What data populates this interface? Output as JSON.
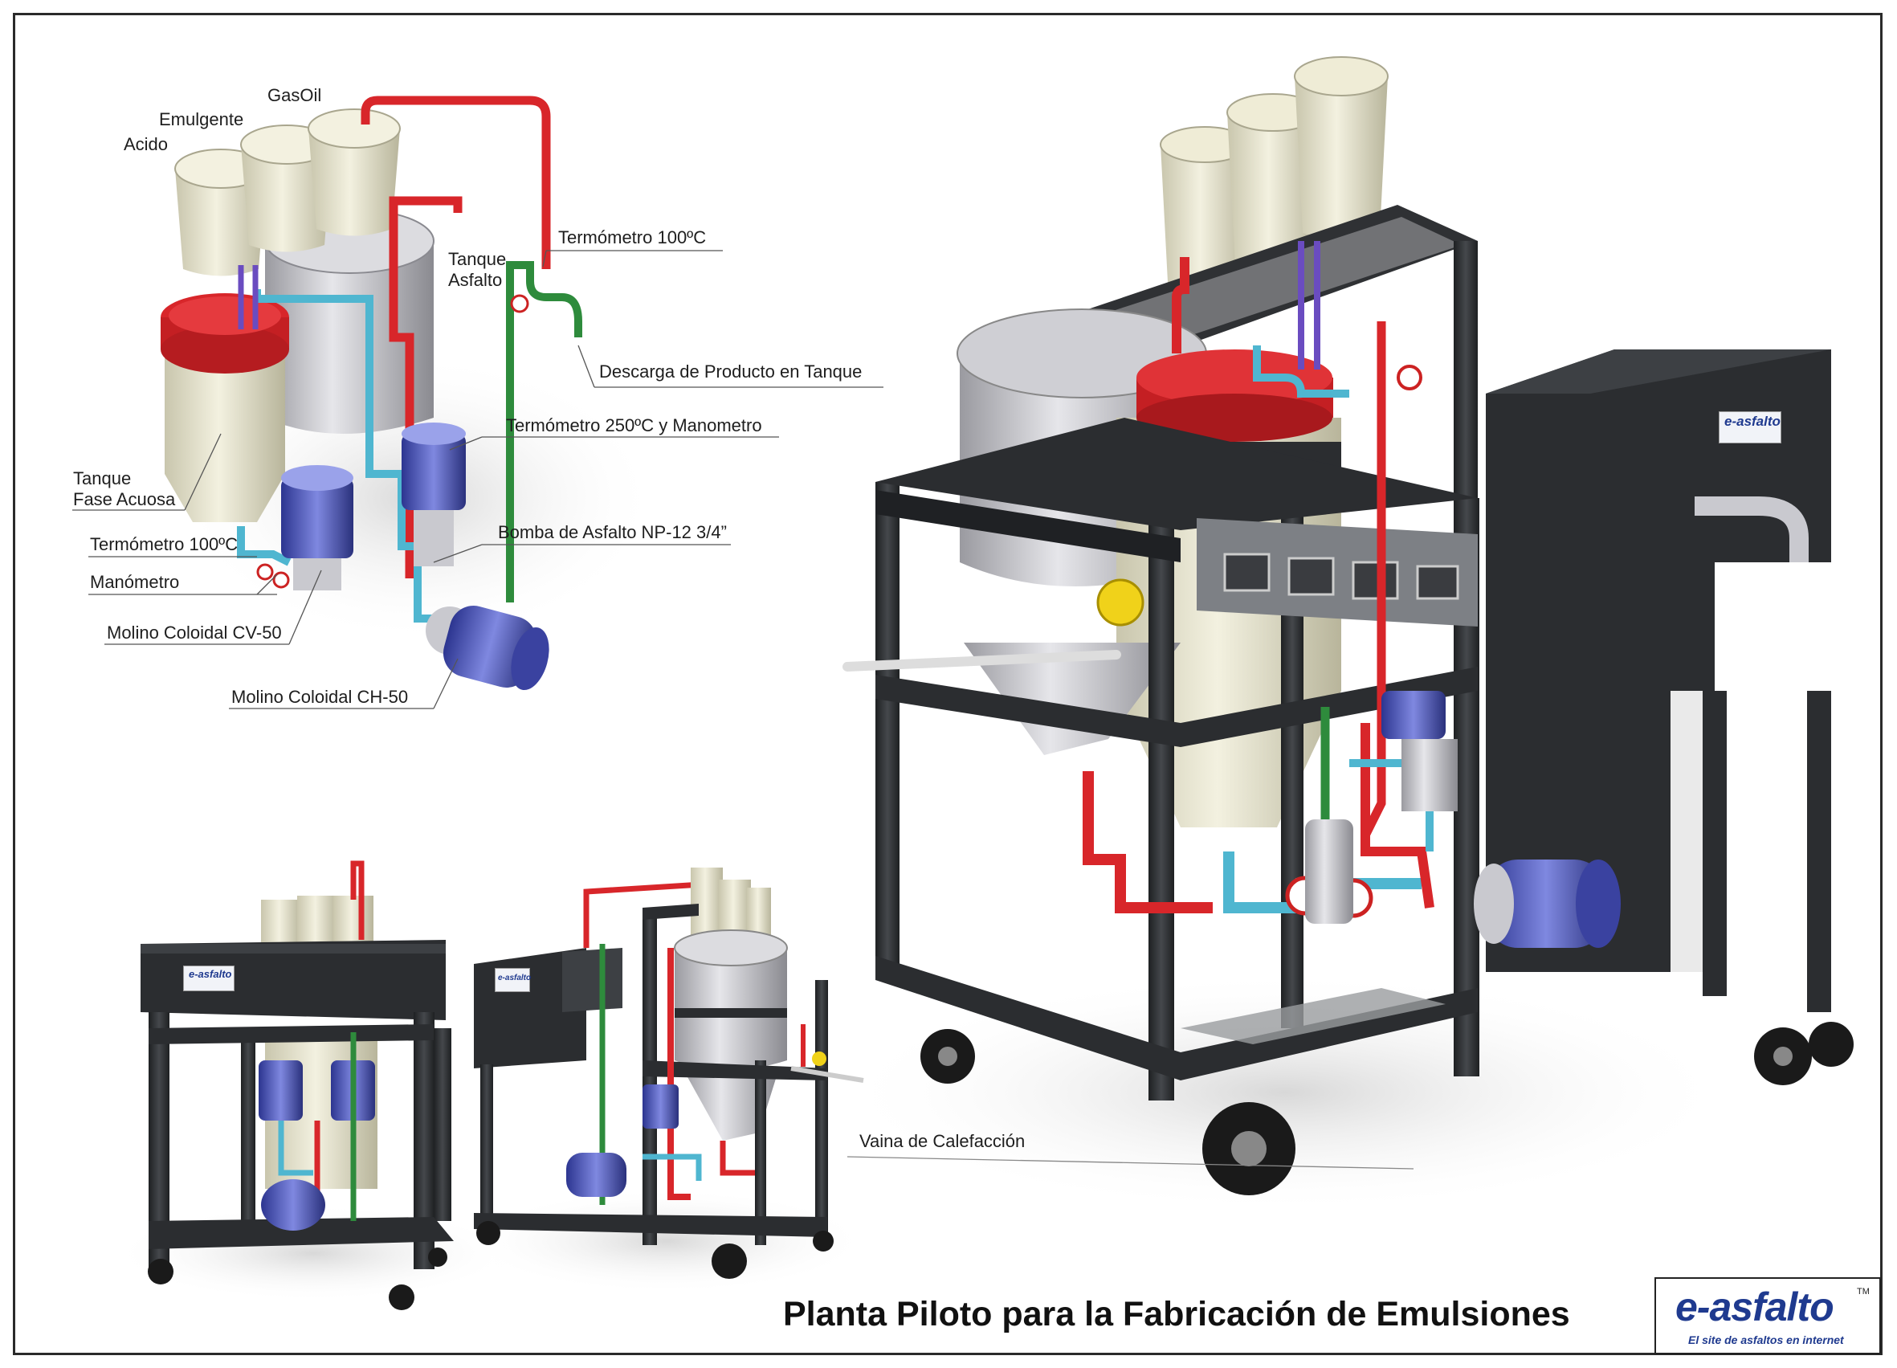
{
  "title": "Planta Piloto  para la Fabricación de Emulsiones",
  "labels": {
    "gasoil": "GasOil",
    "emulgente": "Emulgente",
    "acido": "Acido",
    "tanque_asfalto_1": "Tanque",
    "tanque_asfalto_2": "Asfalto",
    "termometro_100_top": "Termómetro 100ºC",
    "descarga": "Descarga de Producto en Tanque",
    "termometro_250": "Termómetro 250ºC y Manometro",
    "tanque_fase_1": "Tanque",
    "tanque_fase_2": "Fase Acuosa",
    "bomba_asfalto": "Bomba de Asfalto NP-12 3/4”",
    "termometro_100_left": "Termómetro 100ºC",
    "manometro": "Manómetro",
    "molino_cv50": "Molino Coloidal CV-50",
    "molino_ch50": "Molino Coloidal CH-50",
    "vaina": "Vaina de Calefacción"
  },
  "logo": {
    "wordmark": "e-asfalto",
    "trademark": "TM",
    "tagline": "El site de asfaltos en internet"
  },
  "colors": {
    "frame": "#2b2d30",
    "pipe_red": "#d8262a",
    "pipe_cyan": "#4fb6d0",
    "pipe_green": "#2e8b3c",
    "motor_blue": "#4a54b8",
    "tank_cream": "#e9e6cf",
    "tank_steel": "#c8c8cc",
    "brand_blue": "#1f3a8f"
  }
}
